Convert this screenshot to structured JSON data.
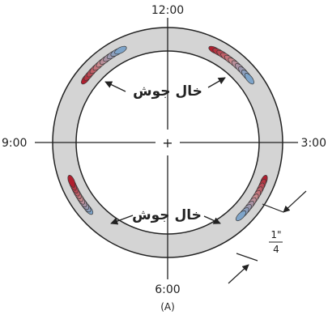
{
  "diagram": {
    "clock_labels": {
      "top": "12:00",
      "left": "9:00",
      "right": "3:00",
      "bottom": "6:00"
    },
    "center_mark": "+",
    "tack_weld_label": "خال جوش",
    "dimension": {
      "numerator": "1\"",
      "denominator": "4"
    },
    "caption": "(A)",
    "colors": {
      "ring_fill": "#d4d4d4",
      "line": "#222222",
      "bead_hot": "#b01e2e",
      "bead_mid": "#c98a8e",
      "bead_cool": "#7ea4c9"
    }
  }
}
